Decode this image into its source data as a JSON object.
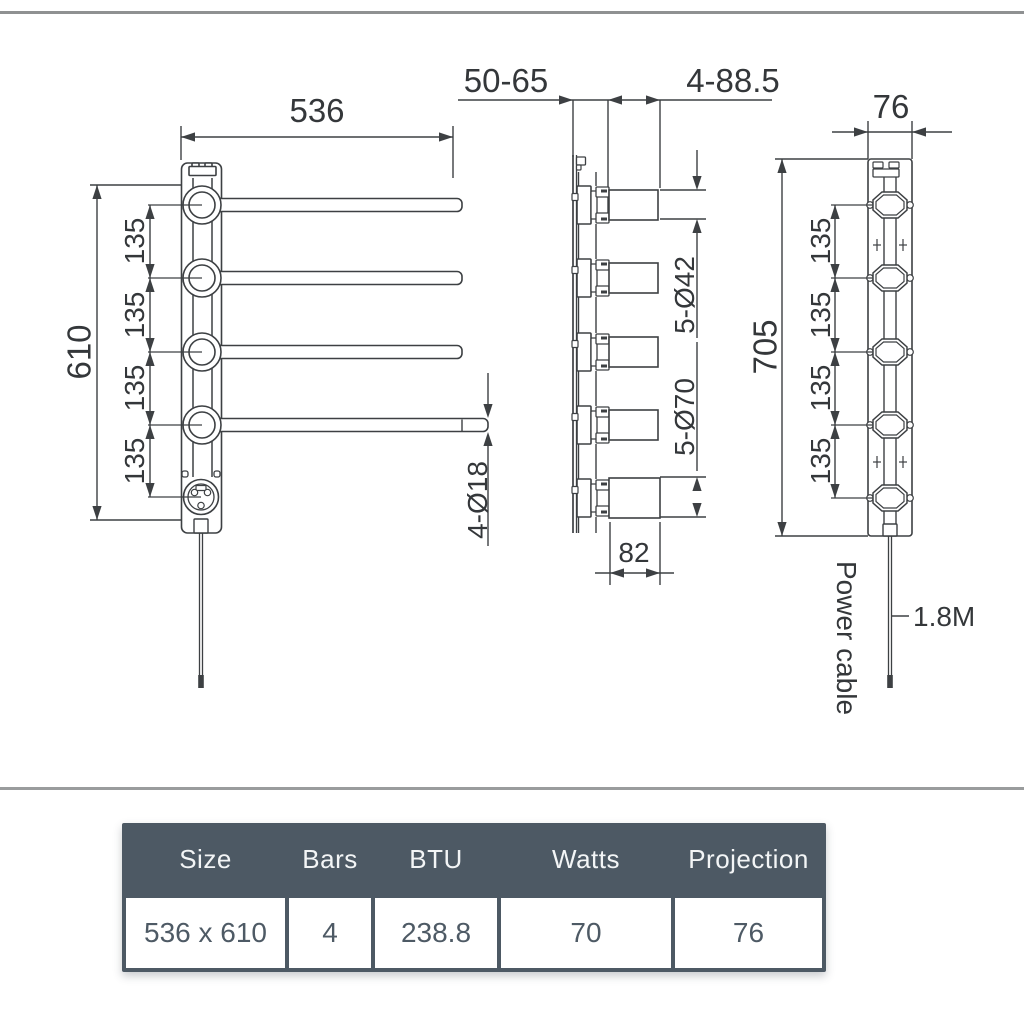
{
  "diagram": {
    "front_view": {
      "width": "536",
      "height": "610",
      "spacings": [
        "135",
        "135",
        "135",
        "135"
      ],
      "bar_diameter": "4-Ø18"
    },
    "side_view": {
      "wall_distance": "50-65",
      "projection_range": "4-88.5",
      "cover_small": "5-Ø42",
      "cover_large": "5-Ø70",
      "box_width": "82"
    },
    "back_view": {
      "depth": "76",
      "height": "705",
      "spacings": [
        "135",
        "135",
        "135",
        "135"
      ],
      "cable_label": "Power cable",
      "cable_length": "1.8M"
    }
  },
  "spec_table": {
    "headers": [
      "Size",
      "Bars",
      "BTU",
      "Watts",
      "Projection"
    ],
    "row": [
      "536 x 610",
      "4",
      "238.8",
      "70",
      "76"
    ]
  },
  "colors": {
    "line": "#3d4043",
    "table_header_bg": "#4d5964",
    "table_header_text": "#f3f5f6",
    "table_value_text": "#4e5a65"
  }
}
